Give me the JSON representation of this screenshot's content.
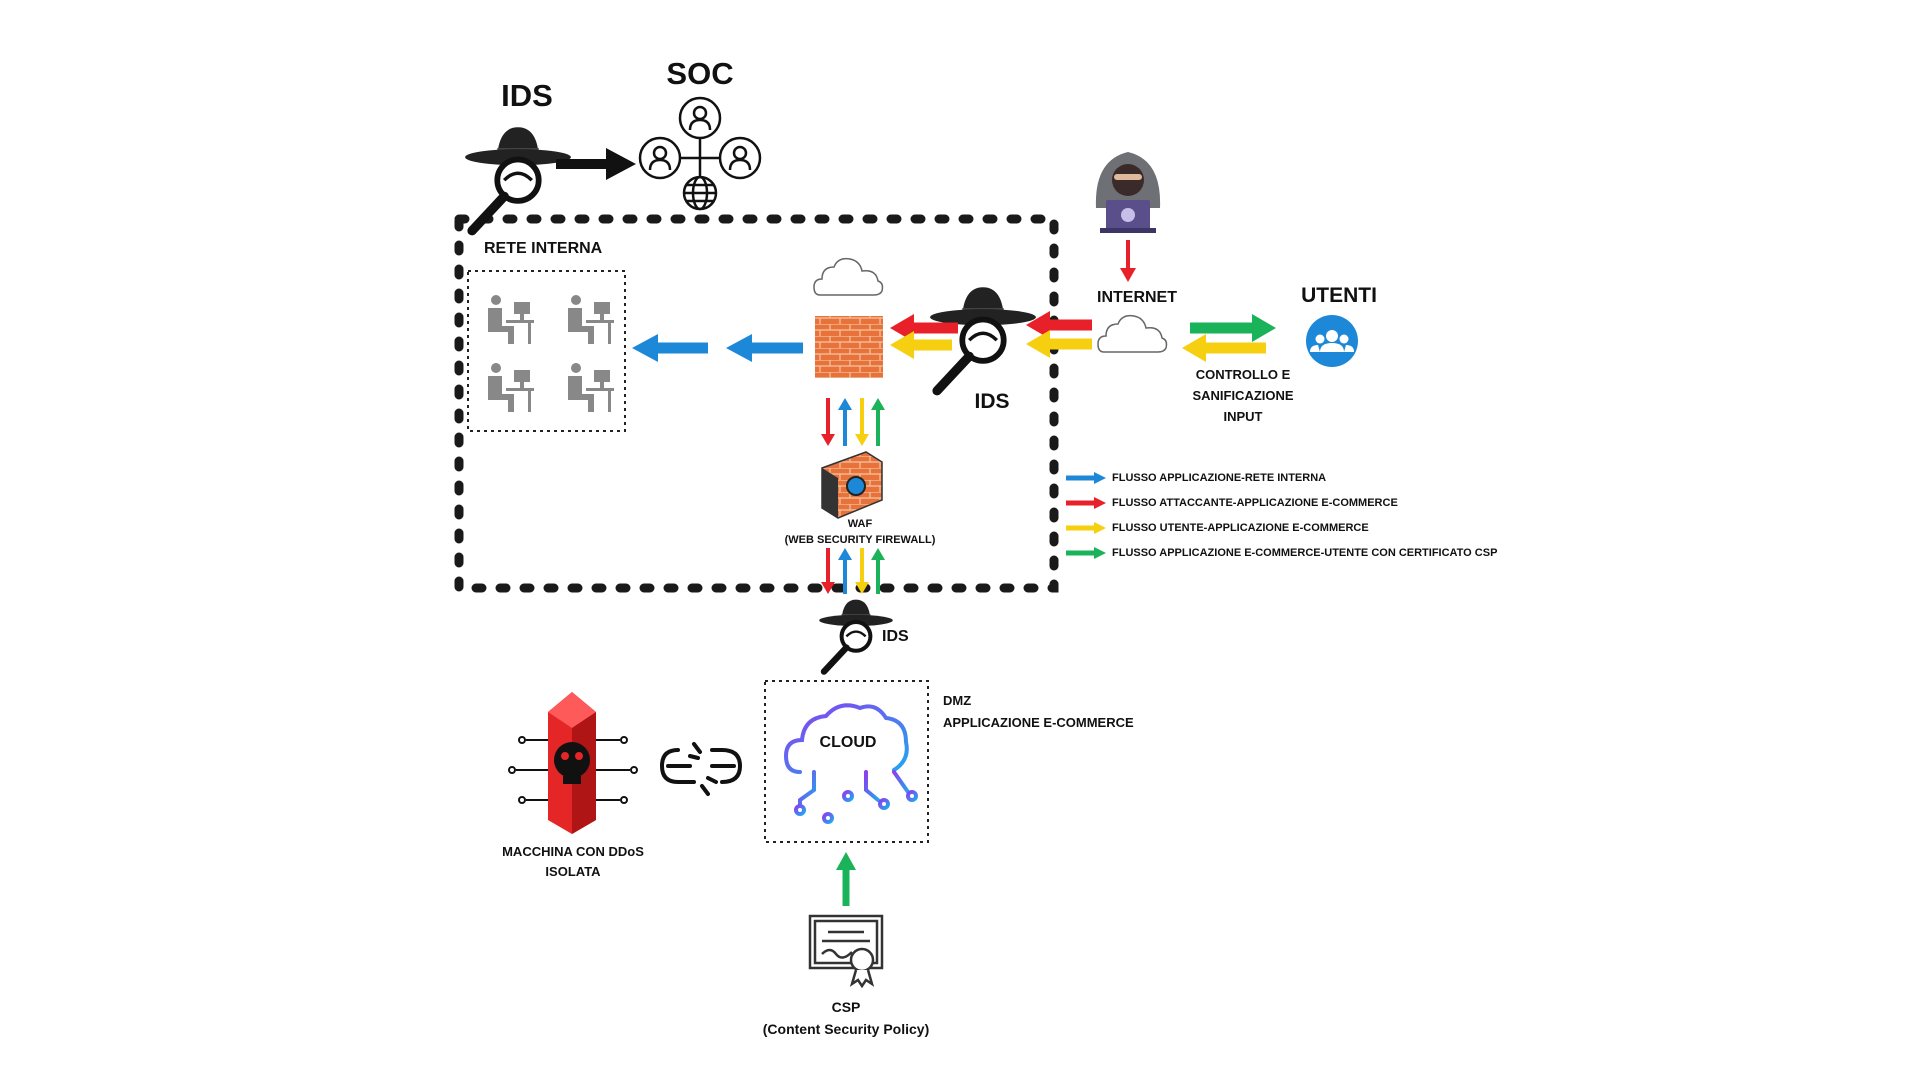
{
  "labels": {
    "ids_top": "IDS",
    "soc": "SOC",
    "rete_interna": "RETE INTERNA",
    "internet": "INTERNET",
    "utenti": "UTENTI",
    "controllo_line1": "CONTROLLO E",
    "controllo_line2": "SANIFICAZIONE",
    "controllo_line3": "INPUT",
    "ids_mid": "IDS",
    "waf_line1": "WAF",
    "waf_line2": "(WEB SECURITY FIREWALL)",
    "ids_bottom": "IDS",
    "dmz_line1": "DMZ",
    "dmz_line2": "APPLICAZIONE E-COMMERCE",
    "cloud": "CLOUD",
    "macchina_line1": "MACCHINA CON DDoS",
    "macchina_line2": "ISOLATA",
    "csp_line1": "CSP",
    "csp_line2": "(Content Security Policy)"
  },
  "legend": [
    {
      "color": "#1e88d8",
      "text": "FLUSSO APPLICAZIONE-RETE INTERNA"
    },
    {
      "color": "#e8202a",
      "text": "FLUSSO ATTACCANTE-APPLICAZIONE E-COMMERCE"
    },
    {
      "color": "#f5cf10",
      "text": "FLUSSO UTENTE-APPLICAZIONE E-COMMERCE"
    },
    {
      "color": "#1ab35a",
      "text": "FLUSSO APPLICAZIONE E-COMMERCE-UTENTE CON CERTIFICATO CSP"
    }
  ],
  "colors": {
    "blue": "#1e88d8",
    "red": "#e8202a",
    "yellow": "#f5cf10",
    "green": "#1ab35a",
    "brick": "#e8733a",
    "ddos": "#e52626"
  },
  "icons": [
    "spy-magnifier-icon",
    "soc-team-icon",
    "hacker-icon",
    "cloud-icon",
    "users-icon",
    "firewall-icon",
    "waf-icon",
    "workstation-icon",
    "ddos-server-icon",
    "broken-link-icon",
    "cloud-network-icon",
    "certificate-icon"
  ]
}
